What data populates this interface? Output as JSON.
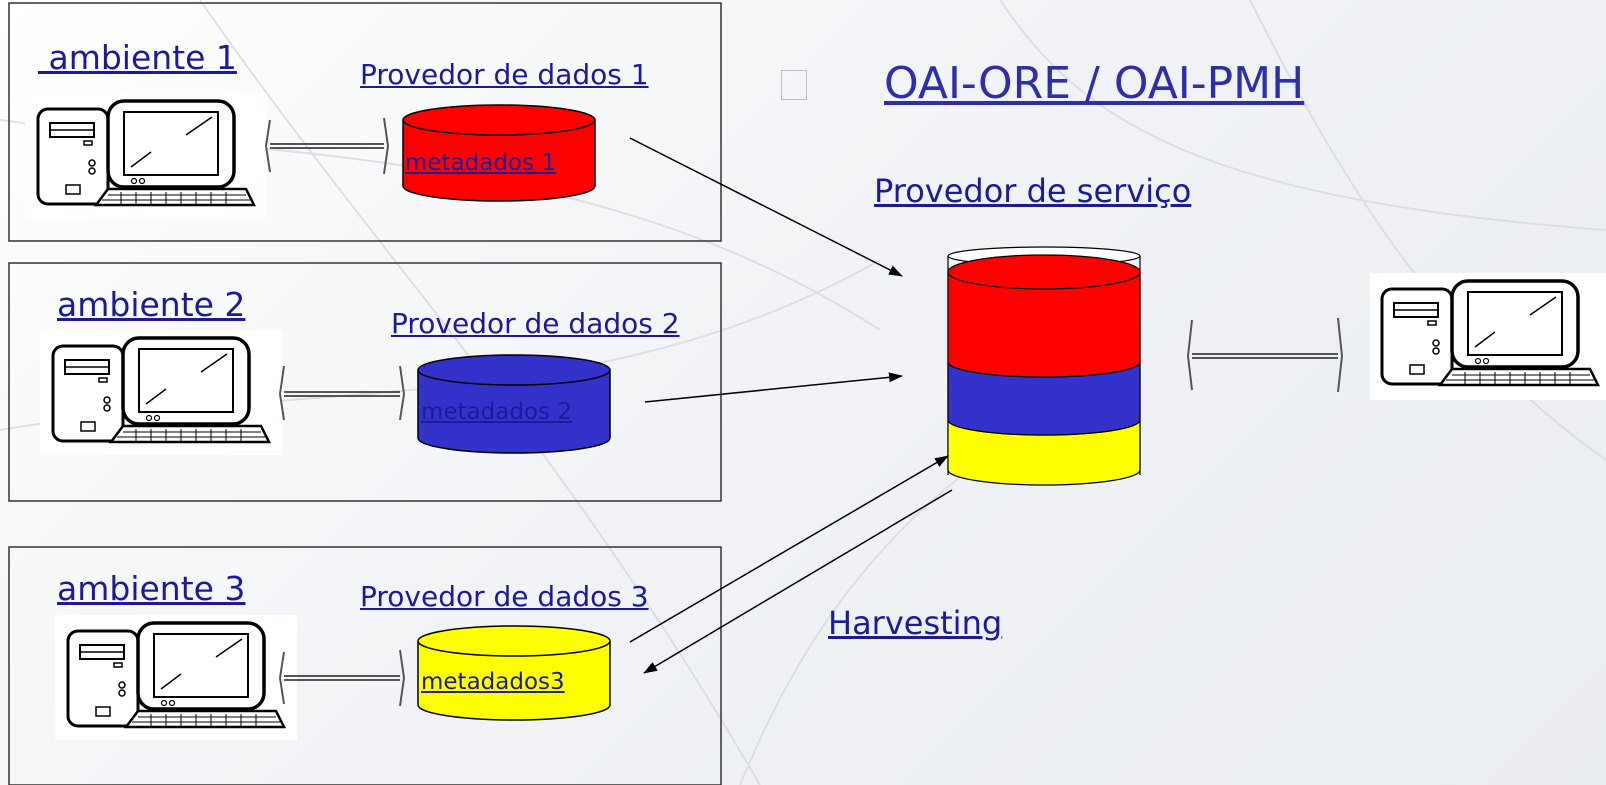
{
  "title": "OAI-ORE / OAI-PMH",
  "service_provider": {
    "label": "Provedor de serviço"
  },
  "harvesting": {
    "label": "Harvesting"
  },
  "environments": [
    {
      "title": " ambiente 1",
      "provider": "Provedor de dados 1",
      "metadata": "metadados 1",
      "color": "#ff0000"
    },
    {
      "title": "ambiente 2",
      "provider": "Provedor de dados 2",
      "metadata": "metadados 2",
      "color": "#3333cc"
    },
    {
      "title": "ambiente 3",
      "provider": "Provedor de dados 3",
      "metadata": "metadados3",
      "color": "#ffff00"
    }
  ],
  "colors": {
    "link": "#1b1b9a",
    "title": "#2e2eaa",
    "red": "#ff0000",
    "blue": "#3333cc",
    "yellow": "#ffff00"
  }
}
